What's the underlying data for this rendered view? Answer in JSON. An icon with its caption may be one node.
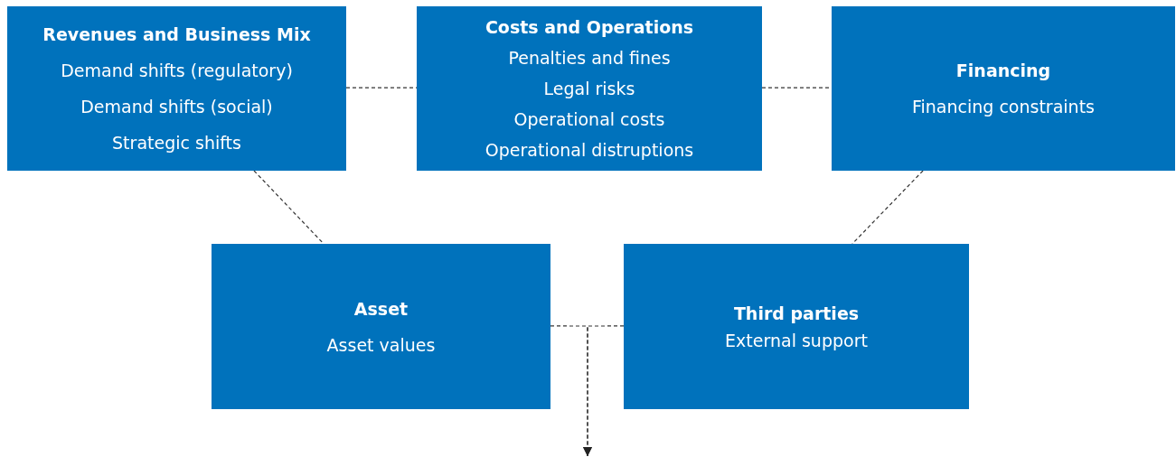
{
  "diagram": {
    "nodes": [
      {
        "text": [
          "Revenues and Business Mix",
          "Demand shifts (regulatory)",
          "Demand shifts (social)",
          "Strategic shifts"
        ]
      },
      {
        "text": [
          "Costs and Operations",
          "Penalties and fines",
          "Legal risks",
          "Operational costs",
          "Operational distruptions"
        ]
      },
      {
        "text": [
          "Financing",
          "Financing constraints"
        ]
      },
      {
        "text": [
          "Asset",
          "Asset values"
        ]
      },
      {
        "text": [
          "Third parties",
          "External support"
        ]
      }
    ],
    "edges": [
      {
        "from": 0,
        "to": 1,
        "arrow": "none",
        "style": "dashed"
      },
      {
        "from": 1,
        "to": 2,
        "arrow": "none",
        "style": "dashed"
      },
      {
        "from": 0,
        "to": 3,
        "arrow": "none",
        "style": "dashed"
      },
      {
        "from": 2,
        "to": 4,
        "arrow": "none",
        "style": "dashed"
      },
      {
        "from": 3,
        "to": null,
        "arrow": "to",
        "style": "dashed"
      },
      {
        "from": 4,
        "to": null,
        "arrow": "to",
        "style": "dashed"
      }
    ]
  }
}
